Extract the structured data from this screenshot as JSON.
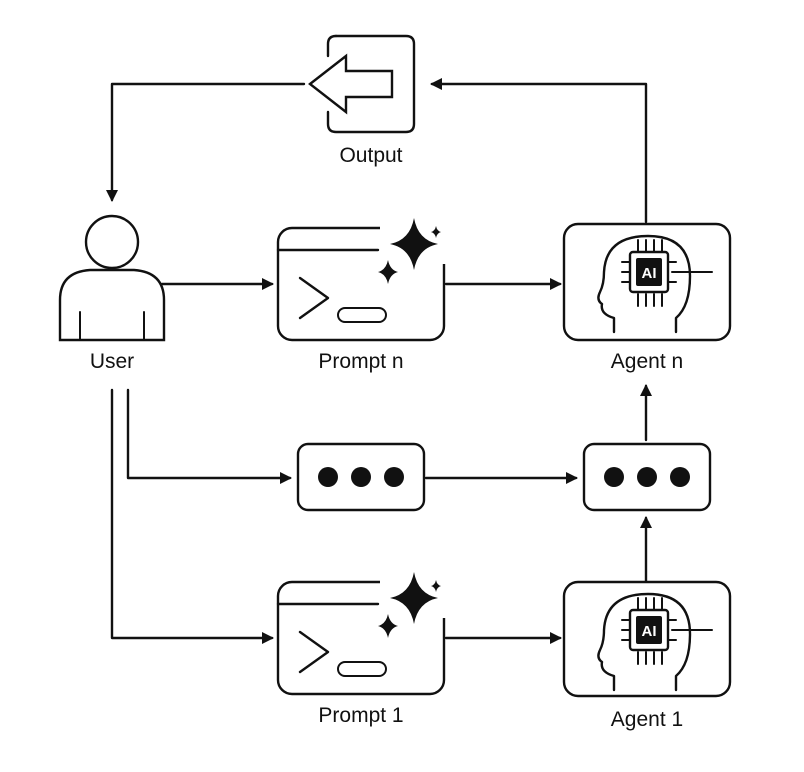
{
  "nodes": {
    "output": {
      "label": "Output",
      "icon": "output-arrow-icon"
    },
    "user": {
      "label": "User",
      "icon": "user-icon"
    },
    "prompt_n": {
      "label": "Prompt n",
      "icon": "terminal-sparkle-icon"
    },
    "prompt_1": {
      "label": "Prompt 1",
      "icon": "terminal-sparkle-icon"
    },
    "agent_n": {
      "label": "Agent n",
      "icon": "ai-head-icon",
      "chip_text": "AI"
    },
    "agent_1": {
      "label": "Agent 1",
      "icon": "ai-head-icon",
      "chip_text": "AI"
    },
    "ellipsis_left": {
      "icon": "ellipsis-icon"
    },
    "ellipsis_right": {
      "icon": "ellipsis-icon"
    }
  },
  "colors": {
    "ink": "#111111",
    "background": "#ffffff"
  }
}
